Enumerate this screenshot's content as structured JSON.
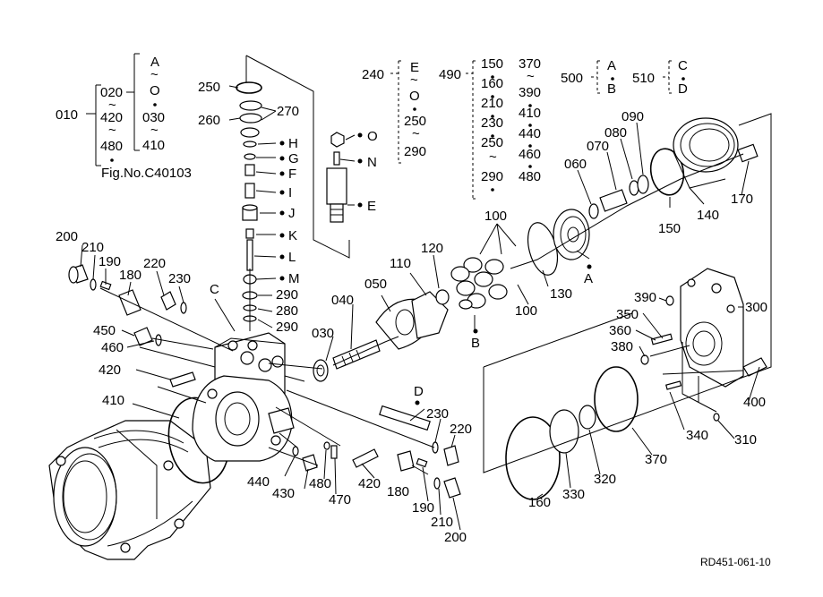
{
  "labels": {
    "l010": "010",
    "l020": "020",
    "l420g": "420",
    "l480g": "480",
    "l410g": "410",
    "tilde": "~",
    "fig_ref": "Fig.No.C40103",
    "gA": "A",
    "gB": "B",
    "gC": "C",
    "gD": "D",
    "gO": "O",
    "l030": "030",
    "l040": "040",
    "l050": "050",
    "l060": "060",
    "l070": "070",
    "l080": "080",
    "l090": "090",
    "l100": "100",
    "l110": "110",
    "l120": "120",
    "l130": "130",
    "l140": "140",
    "l150": "150",
    "l160": "160",
    "l170": "170",
    "l180": "180",
    "l190": "190",
    "l200": "200",
    "l210": "210",
    "l220": "220",
    "l230": "230",
    "l240": "240",
    "l250": "250",
    "l260": "260",
    "l270": "270",
    "l280": "280",
    "l290": "290",
    "l300": "300",
    "l310": "310",
    "l320": "320",
    "l330": "330",
    "l340": "340",
    "l350": "350",
    "l360": "360",
    "l370": "370",
    "l380": "380",
    "l390": "390",
    "l400": "400",
    "l410": "410",
    "l420": "420",
    "l430": "430",
    "l440": "440",
    "l450": "450",
    "l460": "460",
    "l470": "470",
    "l480": "480",
    "l490": "490",
    "l500": "500",
    "l510": "510",
    "C": "C",
    "D": "D",
    "E": "E",
    "F": "F",
    "G": "G",
    "H": "H",
    "I": "I",
    "J": "J",
    "K": "K",
    "L": "L",
    "M": "M",
    "N": "N",
    "O": "O",
    "drawing_code": "RD451-061-10"
  }
}
